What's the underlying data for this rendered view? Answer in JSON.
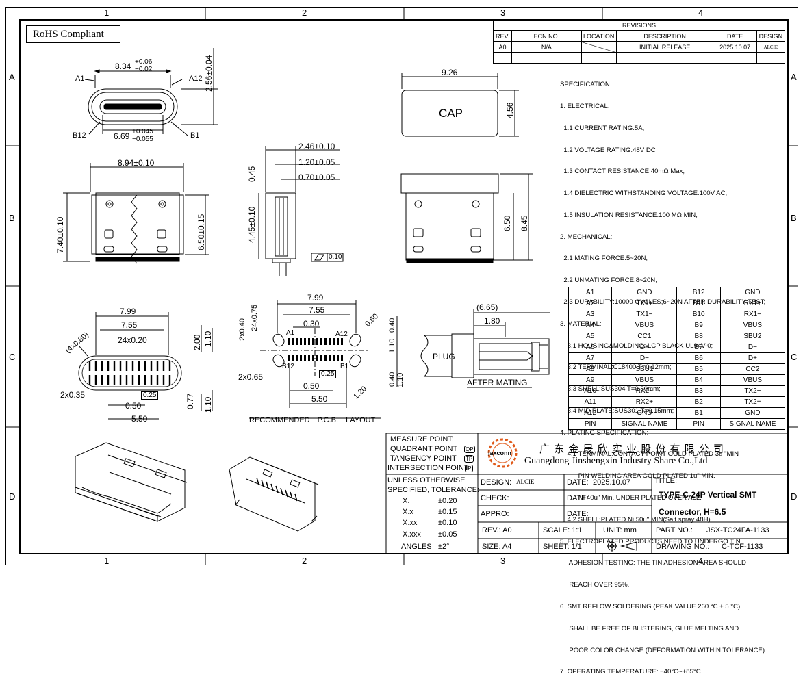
{
  "border": {
    "col_numbers": [
      "1",
      "2",
      "3",
      "4"
    ],
    "row_letters": [
      "A",
      "B",
      "C",
      "D"
    ]
  },
  "rohs": "RoHS Compliant",
  "revisions": {
    "title": "REVISIONS",
    "headers": [
      "REV.",
      "ECN NO.",
      "LOCATION",
      "DESCRIPTION",
      "DATE",
      "DESIGN"
    ],
    "row": {
      "rev": "A0",
      "ecn": "N/A",
      "location": "",
      "description": "INITIAL RELEASE",
      "date": "2025.10.07",
      "design": "ALCIE"
    }
  },
  "view_top": {
    "dim_width": "8.34",
    "tol_plus": "+0.06",
    "tol_minus": "−0.02",
    "dim_height": "2.56±0.04",
    "dim_inner": "6.69",
    "inner_tol_plus": "+0.045",
    "inner_tol_minus": "−0.055",
    "labels": [
      "A1",
      "A12",
      "B12",
      "B1"
    ]
  },
  "view_cap": {
    "dim_w": "9.26",
    "dim_h": "4.56",
    "label": "CAP"
  },
  "view_front": {
    "dim_w": "8.94±0.10",
    "dim_h1": "7.40±0.10",
    "dim_h2": "6.50±0.15"
  },
  "view_side": {
    "d1": "2.46±0.10",
    "d2": "1.20±0.05",
    "d3": "0.70±0.05",
    "d4": "0.45",
    "d5": "4.45±0.10",
    "flat": "0.10"
  },
  "view_rear": {
    "d1": "6.50",
    "d2": "8.45"
  },
  "view_bottom": {
    "d1": "7.99",
    "d2": "7.55",
    "d3": "24x0.20",
    "d4": "(4x0.80)",
    "d5": "2.00",
    "d6": "1.10",
    "d7": "2x0.35",
    "d8": "0.25",
    "d9": "0.50",
    "d10": "5.50",
    "d11": "0.77",
    "d12": "1.10"
  },
  "view_pcb": {
    "d1": "7.99",
    "d2": "7.55",
    "d3": "0.30",
    "d4": "24x0.75",
    "d5": "2x0.40",
    "d6": "0.60",
    "d7": "0.40",
    "d8": "1.10",
    "d9": "2x0.65",
    "d10": "0.25",
    "d11": "0.50",
    "d12": "5.50",
    "d13": "1.20",
    "d14": "0.40",
    "d15": "1.10",
    "labels": [
      "A1",
      "A12",
      "B12",
      "B1"
    ],
    "caption": "RECOMMENDED P.C.B. LAYOUT"
  },
  "view_mating": {
    "d1": "(6.65)",
    "d2": "1.80",
    "plug": "PLUG",
    "caption": "AFTER MATING"
  },
  "specification": [
    "SPECIFICATION:",
    "1. ELECTRICAL:",
    "  1.1 CURRENT RATING:5A;",
    "  1.2 VOLTAGE RATING:48V DC",
    "  1.3 CONTACT RESISTANCE:40mΩ Max;",
    "  1.4 DIELECTRIC WITHSTANDING VOLTAGE:100V AC;",
    "  1.5 INSULATION RESISTANCE:100 MΩ MIN;",
    "2. MECHANICAL:",
    "  2.1 MATING FORCE:5~20N;",
    "  2.2 UNMATING FORCE:8~20N;",
    "  2.3 DURABILITY:10000 CYCLES;6~20N AFTER DURABILITY TEST;",
    "3. MATERIAL:",
    "    3.1 HOUSING&MOLDING: LCP BLACK UL94V-0;",
    "    3.2 TERMINAL:C18400 T=0.12mm;",
    "    3.3 SHELL:SUS304 T=0.30mm;",
    "    3.4 MID PLATE:SUS301 T=0.15mm;",
    "4. PLATING SPECIFICATION:",
    "    4.1 TERMINAL:CONTACT POINT GOLD PLATED 3u \"MIN",
    "          PIN WELDING AREA GOLD PLATED 1u\" MIN.",
    "          NI 40u\" Min. UNDER PLATED OVER ALL.",
    "    4.2 SHELL:PLATED Ni 50u\" MIN(Salt spray 48H)",
    "5. ELECTROPLATED PRODUCTS NEED TO UNDERGO TIN",
    "     ADHESION TESTING: THE TIN ADHESION AREA SHOULD",
    "     REACH OVER 95%.",
    "6. SMT REFLOW SOLDERING (PEAK VALUE 260 °C ± 5 °C)",
    "     SHALL BE FREE OF BLISTERING, GLUE MELTING AND",
    "     POOR COLOR CHANGE (DEFORMATION WITHIN TOLERANCE)",
    "7. OPERATING TEMPERATURE: −40°C~+85°C"
  ],
  "pin_table": {
    "rows": [
      [
        "A1",
        "GND",
        "B12",
        "GND"
      ],
      [
        "A2",
        "TX1+",
        "B11",
        "RX1+"
      ],
      [
        "A3",
        "TX1−",
        "B10",
        "RX1−"
      ],
      [
        "A4",
        "VBUS",
        "B9",
        "VBUS"
      ],
      [
        "A5",
        "CC1",
        "B8",
        "SBU2"
      ],
      [
        "A6",
        "D+",
        "B7",
        "D−"
      ],
      [
        "A7",
        "D−",
        "B6",
        "D+"
      ],
      [
        "A8",
        "SBU1",
        "B5",
        "CC2"
      ],
      [
        "A9",
        "VBUS",
        "B4",
        "VBUS"
      ],
      [
        "A10",
        "RX2−",
        "B3",
        "TX2−"
      ],
      [
        "A11",
        "RX2+",
        "B2",
        "TX2+"
      ],
      [
        "A12",
        "GND",
        "B1",
        "GND"
      ]
    ],
    "footer": [
      "PIN",
      "SIGNAL NAME",
      "PIN",
      "SIGNAL NAME"
    ]
  },
  "title_block": {
    "measure": [
      "MEASURE POINT:",
      "QUADRANT POINT",
      "TANGENCY POINT",
      "INTERSECTION POINT"
    ],
    "measure_codes": [
      "QP",
      "TP",
      "IP"
    ],
    "company_logo": "jaxconn",
    "company_cn": "广 东 金 晟 欣 实 业 股 份 有 限 公 司",
    "company_en": "Guangdong Jinshengxin Industry Share Co.,Ltd",
    "tolerance_head": [
      "UNLESS OTHERWISE",
      "SPECIFIED, TOLERANCE:"
    ],
    "tolerances": [
      [
        "X.",
        "±0.20"
      ],
      [
        "X.x",
        "±0.15"
      ],
      [
        "X.xx",
        "±0.10"
      ],
      [
        "X.xxx",
        "±0.05"
      ],
      [
        "ANGLES",
        "±2°"
      ]
    ],
    "design_label": "DESIGN:",
    "design_value": "ALCIE",
    "date_label": "DATE:",
    "date_value": "2025.10.07",
    "check_label": "CHECK:",
    "appro_label": "APPRO:",
    "title_label": "TITLE:",
    "title_line1": "TYPE-C 24P Vertical SMT",
    "title_line2": "Connector, H=6.5",
    "rev_label": "REV.: A0",
    "scale_label": "SCALE: 1:1",
    "unit_label": "UNIT: mm",
    "part_label": "PART NO.:",
    "part_value": "JSX-TC24FA-1133",
    "size_label": "SIZE: A4",
    "sheet_label": "SHEET: 1/1",
    "drawing_label": "DRAWING NO.:",
    "drawing_value": "C-TCF-1133"
  }
}
